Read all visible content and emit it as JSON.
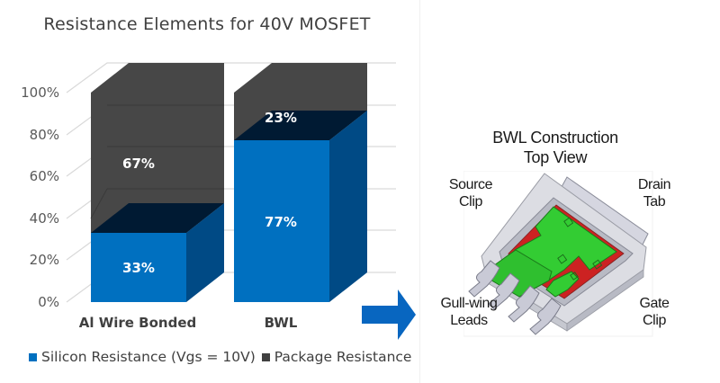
{
  "chart": {
    "title": "Resistance Elements for 40V MOSFET",
    "y_ticks": [
      "100%",
      "80%",
      "60%",
      "40%",
      "20%",
      "0%"
    ],
    "categories": [
      "Al Wire Bonded",
      "BWL"
    ],
    "bars": [
      {
        "category": "Al Wire Bonded",
        "silicon_label": "33%",
        "package_label": "67%"
      },
      {
        "category": "BWL",
        "silicon_label": "77%",
        "package_label": "23%"
      }
    ],
    "legend": [
      {
        "label": "Silicon Resistance (Vgs = 10V)",
        "color": "#0070c0"
      },
      {
        "label": "Package Resistance",
        "color": "#404040"
      }
    ]
  },
  "panel": {
    "title_line1": "BWL Construction",
    "title_line2": "Top View",
    "labels": {
      "source_clip_1": "Source",
      "source_clip_2": "Clip",
      "drain_tab_1": "Drain",
      "drain_tab_2": "Tab",
      "gull_wing_1": "Gull-wing",
      "gull_wing_2": "Leads",
      "gate_clip_1": "Gate",
      "gate_clip_2": "Clip"
    }
  },
  "colors": {
    "silicon_front": "#0070c0",
    "silicon_side": "#004a85",
    "silicon_top": "#001a33",
    "package_front": "#474747",
    "package_side": "#353535",
    "arrow": "#0866c0",
    "chip_green": "#33cc33",
    "die_red": "#cc2222"
  },
  "chart_data": {
    "type": "bar",
    "stacked": true,
    "three_d": true,
    "title": "Resistance Elements for 40V MOSFET",
    "categories": [
      "Al Wire Bonded",
      "BWL"
    ],
    "series": [
      {
        "name": "Silicon Resistance (Vgs = 10V)",
        "values": [
          33,
          77
        ],
        "color": "#0070c0"
      },
      {
        "name": "Package Resistance",
        "values": [
          67,
          23
        ],
        "color": "#404040"
      }
    ],
    "xlabel": "",
    "ylabel": "",
    "ylim": [
      0,
      100
    ],
    "y_tick_labels": [
      "0%",
      "20%",
      "40%",
      "60%",
      "80%",
      "100%"
    ],
    "grid": true,
    "legend_position": "bottom"
  }
}
